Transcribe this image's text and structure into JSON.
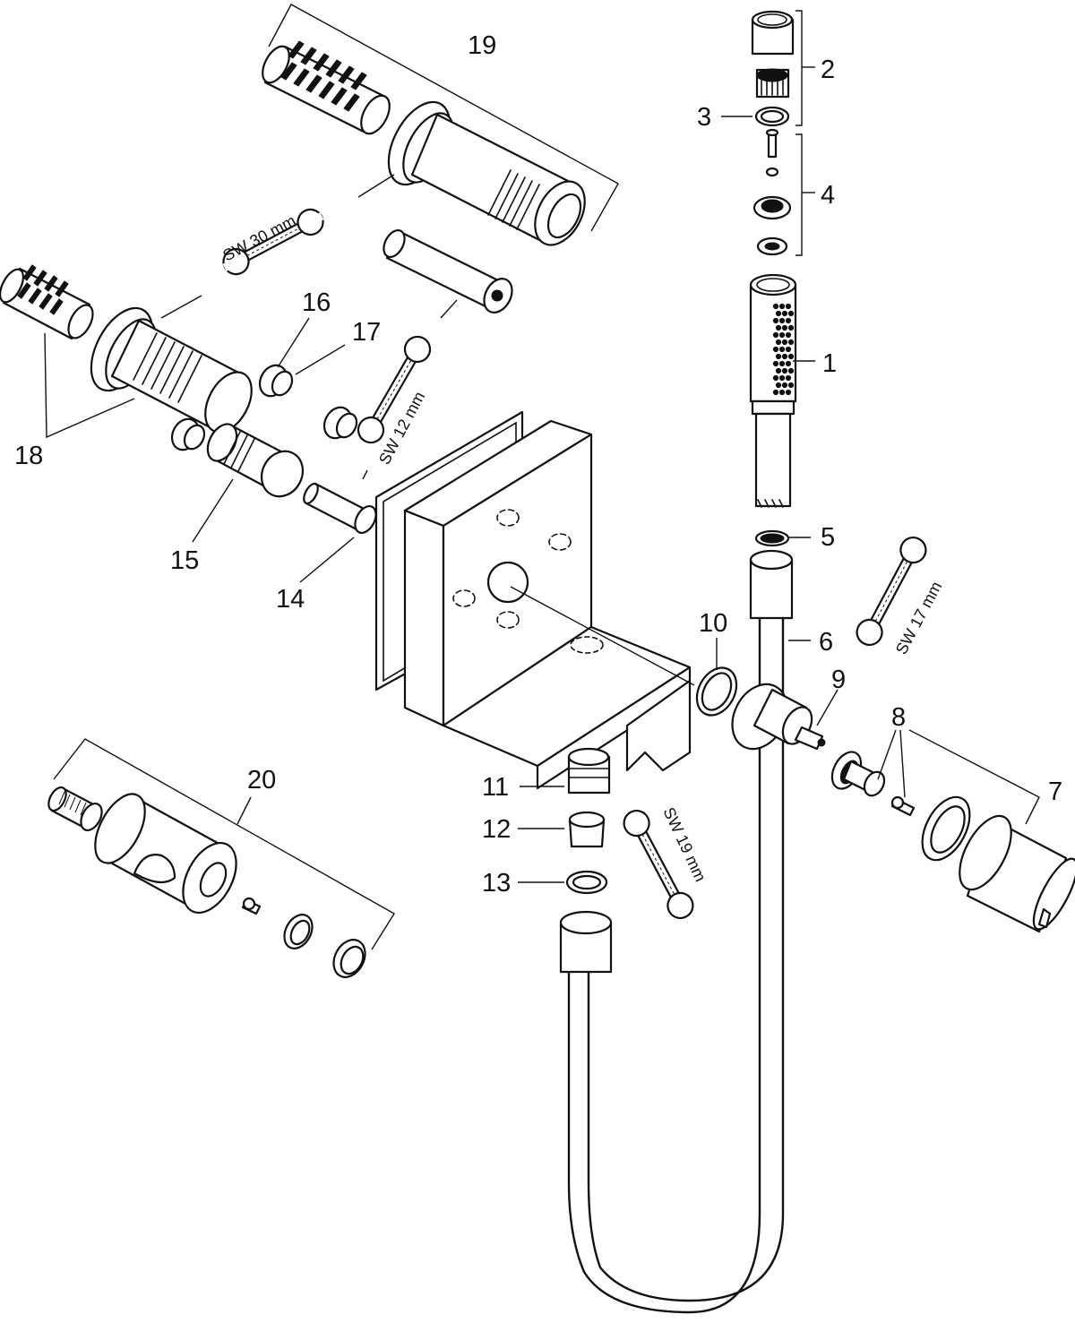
{
  "diagram": {
    "callouts": {
      "c1": "1",
      "c2": "2",
      "c3": "3",
      "c4": "4",
      "c5": "5",
      "c6": "6",
      "c7": "7",
      "c8": "8",
      "c9": "9",
      "c10": "10",
      "c11": "11",
      "c12": "12",
      "c13": "13",
      "c14": "14",
      "c15": "15",
      "c16": "16",
      "c17": "17",
      "c18": "18",
      "c19": "19",
      "c20": "20"
    },
    "wrenches": {
      "sw30": "SW 30 mm",
      "sw12": "SW 12 mm",
      "sw17": "SW 17 mm",
      "sw19": "SW 19 mm"
    }
  }
}
